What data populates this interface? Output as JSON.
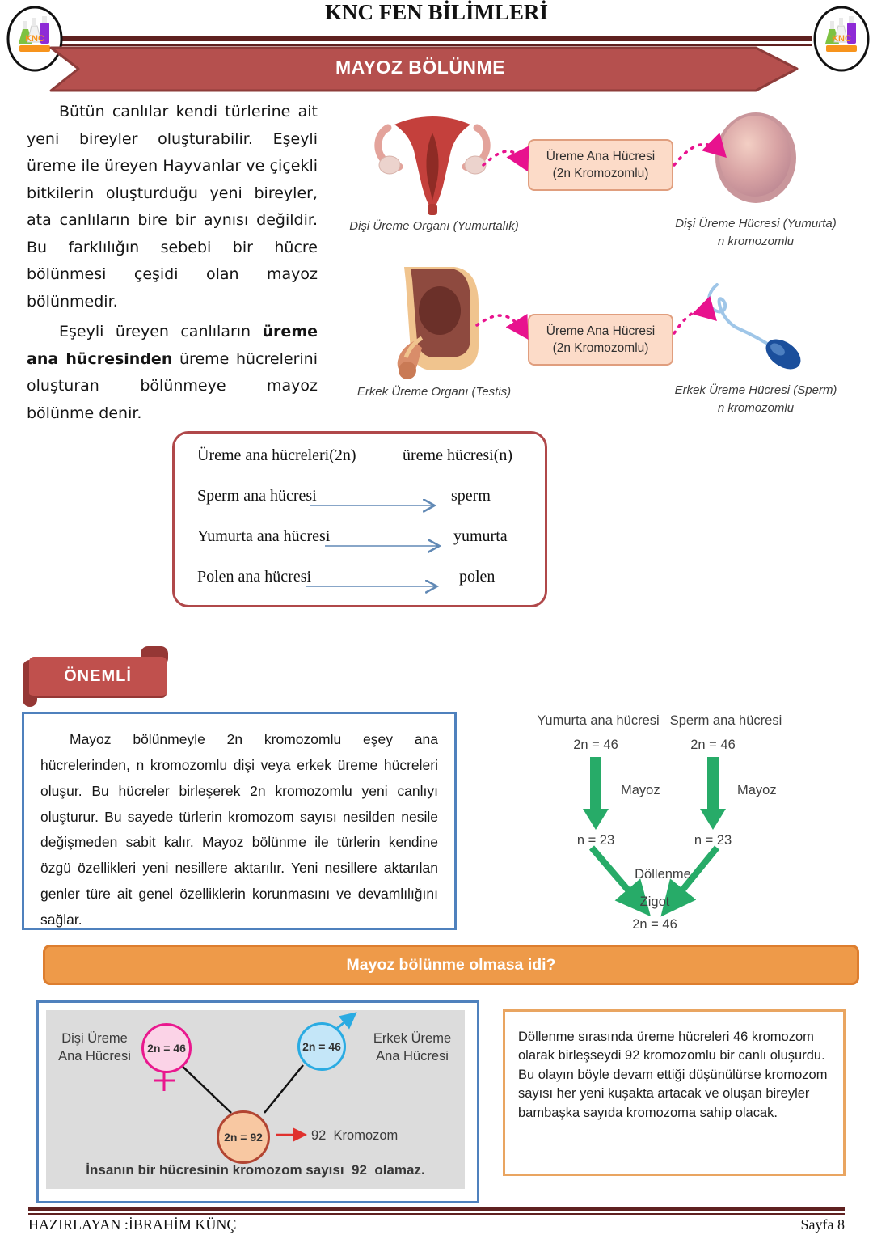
{
  "header": {
    "logo_text": "KNC",
    "site_title": "KNC FEN BİLİMLERİ",
    "banner_title": "MAYOZ BÖLÜNME"
  },
  "intro": {
    "paragraph1": "Bütün canlılar kendi türlerine ait yeni bireyler oluşturabilir. Eşeyli üreme ile üreyen Hayvanlar ve çiçekli bitkilerin oluşturduğu yeni bireyler, ata canlıların bire bir aynısı değildir. Bu farklılığın sebebi bir hücre bölünmesi çeşidi olan mayoz bölünmedir.",
    "paragraph2_pre": "Eşeyli üreyen canlıların ",
    "paragraph2_bold": "üreme ana hücresinden",
    "paragraph2_post": " üreme hücrelerini oluşturan bölünmeye mayoz bölünme denir."
  },
  "female_flow": {
    "organ_label": "Dişi Üreme Organı (Yumurtalık)",
    "box_line1": "Üreme Ana Hücresi",
    "box_line2": "(2n Kromozomlu)",
    "cell_label": "Dişi Üreme Hücresi (Yumurta)",
    "cell_sublabel": "n kromozomlu"
  },
  "male_flow": {
    "organ_label": "Erkek Üreme Organı (Testis)",
    "box_line1": "Üreme Ana Hücresi",
    "box_line2": "(2n Kromozomlu)",
    "cell_label": "Erkek Üreme Hücresi (Sperm)",
    "cell_sublabel": "n kromozomlu"
  },
  "cells_table": {
    "header_left": "Üreme ana hücreleri(2n)",
    "header_right": "üreme hücresi(n)",
    "rows": [
      {
        "left": "Sperm ana hücresi",
        "right": "sperm"
      },
      {
        "left": "Yumurta ana hücresi",
        "right": "yumurta"
      },
      {
        "left": "Polen ana hücresi",
        "right": "polen"
      }
    ]
  },
  "important": {
    "banner_label": "ÖNEMLİ",
    "body": "Mayoz bölünmeyle 2n kromozomlu eşey ana hücrelerinden, n kromozomlu dişi veya erkek üreme hücreleri oluşur. Bu hücreler birleşerek 2n kromozomlu yeni canlıyı oluşturur. Bu sayede türlerin kromozom sayısı nesilden nesile değişmeden sabit kalır. Mayoz bölünme ile türlerin kendine özgü özellikleri yeni nesillere aktarılır. Yeni nesillere aktarılan genler türe ait genel özelliklerin korunmasını ve devamlılığını sağlar."
  },
  "meiosis_diagram": {
    "left_title": "Yumurta ana hücresi",
    "right_title": "Sperm ana hücresi",
    "left_2n": "2n = 46",
    "right_2n": "2n = 46",
    "arrow_label": "Mayoz",
    "left_n": "n = 23",
    "right_n": "n = 23",
    "fertilization_label": "Döllenme",
    "zygote_label": "Zigot",
    "zygote_2n": "2n = 46"
  },
  "question_banner": {
    "label": "Mayoz bölünme olmasa idi?"
  },
  "hypothetical": {
    "female_label_1": "Dişi Üreme",
    "female_label_2": "Ana Hücresi",
    "female_value": "2n = 46",
    "male_label_1": "Erkek Üreme",
    "male_label_2": "Ana Hücresi",
    "male_value": "2n = 46",
    "zygote_value": "2n = 92",
    "result_label": "92  Kromozom",
    "caption": "İnsanın bir hücresinin kromozom sayısı  92  olamaz."
  },
  "explanation": {
    "body": "Döllenme sırasında üreme hücreleri 46 kromozom olarak birleşseydi 92 kromozomlu bir canlı oluşurdu. Bu olayın  böyle devam ettiği düşünülürse kromozom sayısı her yeni kuşakta artacak ve oluşan bireyler bambaşka sayıda kromozoma sahip olacak."
  },
  "footer": {
    "prepared_by": "HAZIRLAYAN :İBRAHİM KÜNÇ",
    "page_label": "Sayfa 8"
  },
  "colors": {
    "maroon_rule": "#5f2120",
    "ribbon_red": "#b5504e",
    "onemli_red": "#c0504d",
    "pink_box_fill": "#fcdbc8",
    "magenta_arrow": "#e8128e",
    "blue_border": "#4f81bd",
    "green_arrow": "#27ab68",
    "orange_banner": "#ee9a49",
    "orange_box_border": "#e9a561"
  }
}
